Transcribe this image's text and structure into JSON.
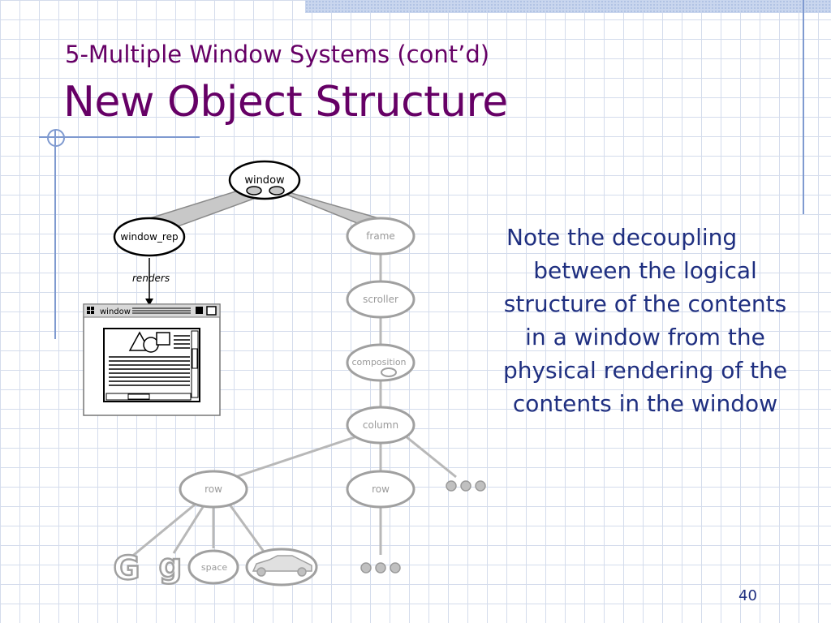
{
  "slide": {
    "title_line1": "5-Multiple Window Systems (cont’d)",
    "title_line2": "New Object Structure",
    "note_lines": [
      "Note the decoupling",
      "between the logical",
      "structure of the contents",
      "in a window from the",
      "physical rendering of the",
      "contents in the window"
    ],
    "page_number": "40"
  },
  "diagram": {
    "nodes": {
      "window": "window",
      "window_rep": "window_rep",
      "frame": "frame",
      "scroller": "scroller",
      "composition": "composition",
      "column": "column",
      "row_left": "row",
      "row_middle": "row",
      "glyph_capital": "G",
      "glyph_lower": "g",
      "space": "space"
    },
    "renders_label": "renders",
    "window_widget_title": "window"
  },
  "colors": {
    "title": "#660066",
    "note_text": "#1f2f80",
    "grid": "#d4dcec",
    "accent_line": "#7f9ad0",
    "gray_node": "#c8c8c8",
    "gray_node_stroke": "#a0a0a0"
  }
}
